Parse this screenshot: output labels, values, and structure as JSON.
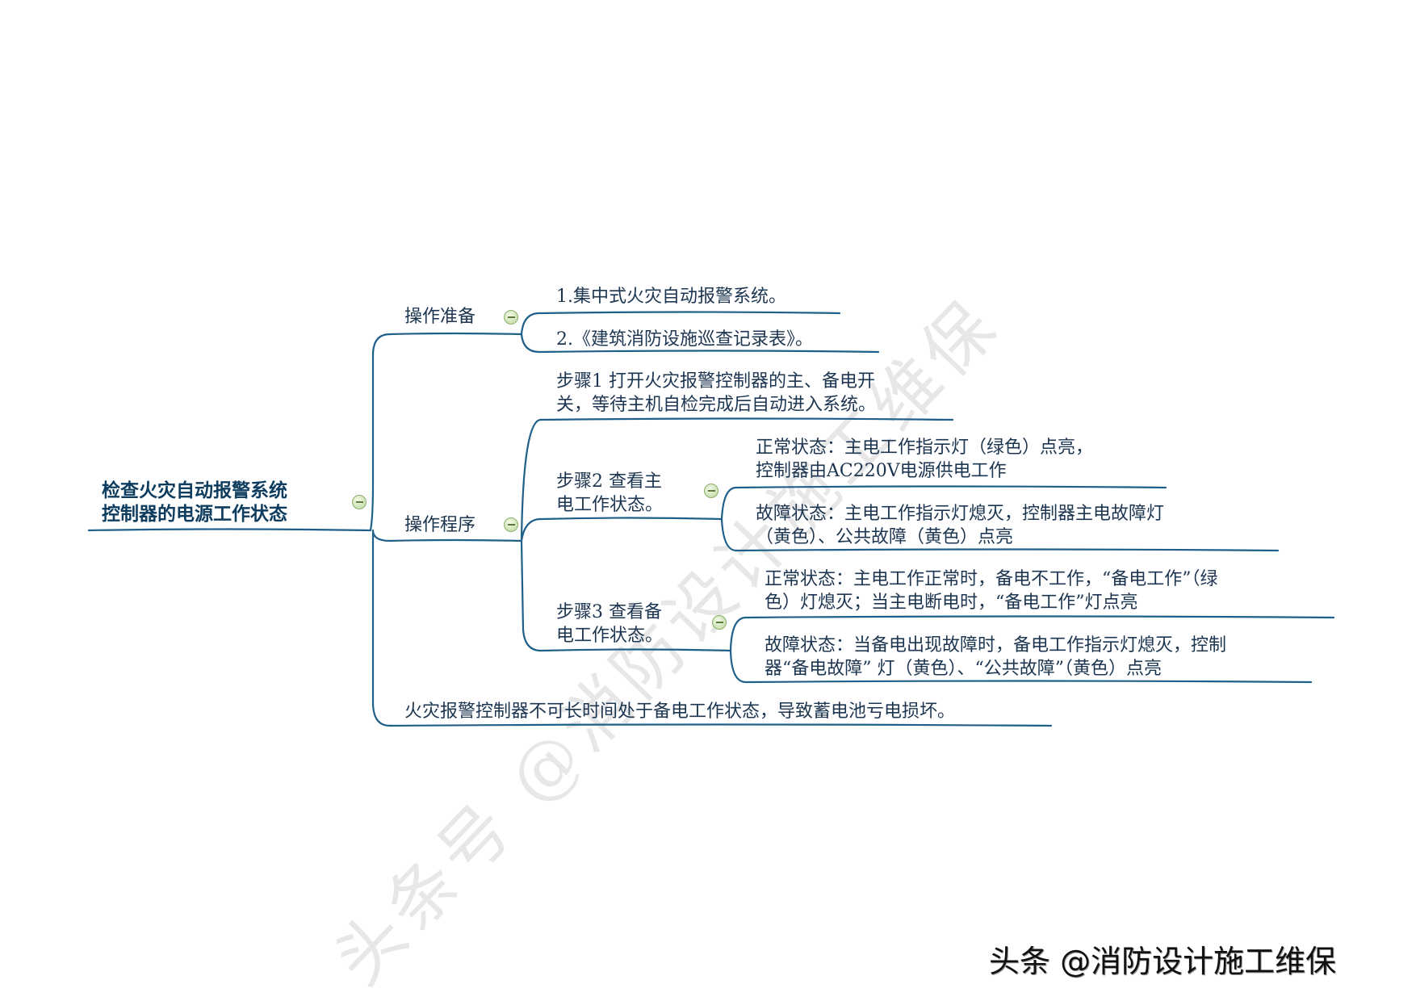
{
  "colors": {
    "line": "#1f5f8a",
    "text": "#1c3550",
    "root_text": "#0d3c5e",
    "collapse_icon": "#b9d79a"
  },
  "root": {
    "lines": [
      "检查火灾自动报警系统",
      "控制器的电源工作状态"
    ]
  },
  "prep": {
    "label": "操作准备",
    "items": [
      "1.集中式火灾自动报警系统。",
      "2.《建筑消防设施巡查记录表》。"
    ]
  },
  "proc": {
    "label": "操作程序",
    "step1": [
      "步骤1 打开火灾报警控制器的主、备电开",
      "关，等待主机自检完成后自动进入系统。"
    ],
    "step2": {
      "lines": [
        "步骤2 查看主",
        "电工作状态。"
      ],
      "normal": [
        "正常状态：主电工作指示灯（绿色）点亮，",
        "控制器由AC220V电源供电工作"
      ],
      "fault": [
        "故障状态：主电工作指示灯熄灭，控制器主电故障灯",
        "（黄色）、公共故障（黄色）点亮"
      ]
    },
    "step3": {
      "lines": [
        "步骤3 查看备",
        "电工作状态。"
      ],
      "normal": [
        "正常状态：主电工作正常时，备电不工作，“备电工作”（绿",
        "色）灯熄灭；当主电断电时，“备电工作”灯点亮"
      ],
      "fault": [
        "故障状态：当备电出现故障时，备电工作指示灯熄灭，控制",
        "器“备电故障” 灯（黄色）、“公共故障”（黄色）点亮"
      ]
    }
  },
  "note": "火灾报警控制器不可长时间处于备电工作状态，导致蓄电池亏电损坏。",
  "watermark": "头条号 @消防设计施工维保",
  "credit": "头条 @消防设计施工维保",
  "icons": {
    "collapse": "minus-circle-icon"
  }
}
